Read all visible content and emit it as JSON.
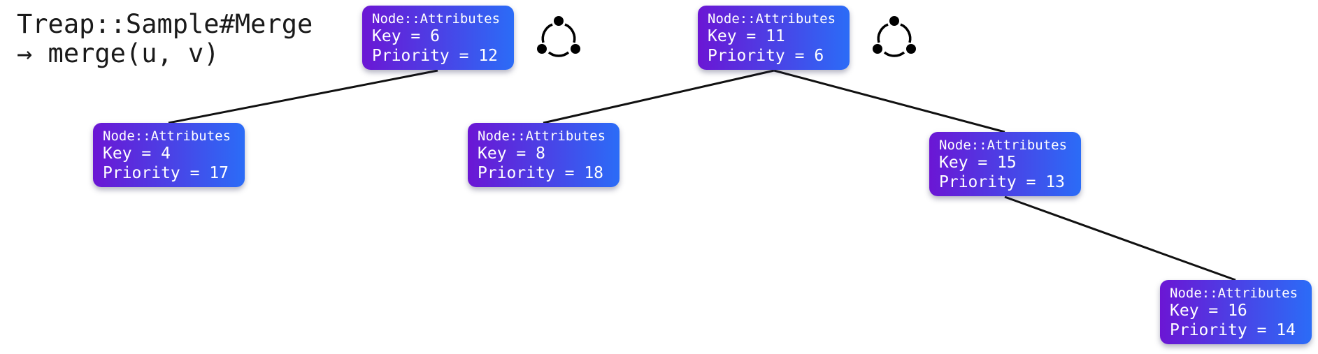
{
  "title": {
    "line1": "Treap::Sample#Merge",
    "line2": "→ merge(u, v)"
  },
  "icon_names": [
    "cycle-icon",
    "cycle-icon"
  ],
  "nodes": [
    {
      "header": "Node::Attributes",
      "key": "Key = 6",
      "priority": "Priority = 12"
    },
    {
      "header": "Node::Attributes",
      "key": "Key = 11",
      "priority": "Priority = 6"
    },
    {
      "header": "Node::Attributes",
      "key": "Key = 4",
      "priority": "Priority = 17"
    },
    {
      "header": "Node::Attributes",
      "key": "Key = 8",
      "priority": "Priority = 18"
    },
    {
      "header": "Node::Attributes",
      "key": "Key = 15",
      "priority": "Priority = 13"
    },
    {
      "header": "Node::Attributes",
      "key": "Key = 16",
      "priority": "Priority = 14"
    }
  ],
  "edges": [
    {
      "from": 0,
      "to": 2
    },
    {
      "from": 1,
      "to": 3
    },
    {
      "from": 1,
      "to": 4
    },
    {
      "from": 4,
      "to": 5
    }
  ]
}
